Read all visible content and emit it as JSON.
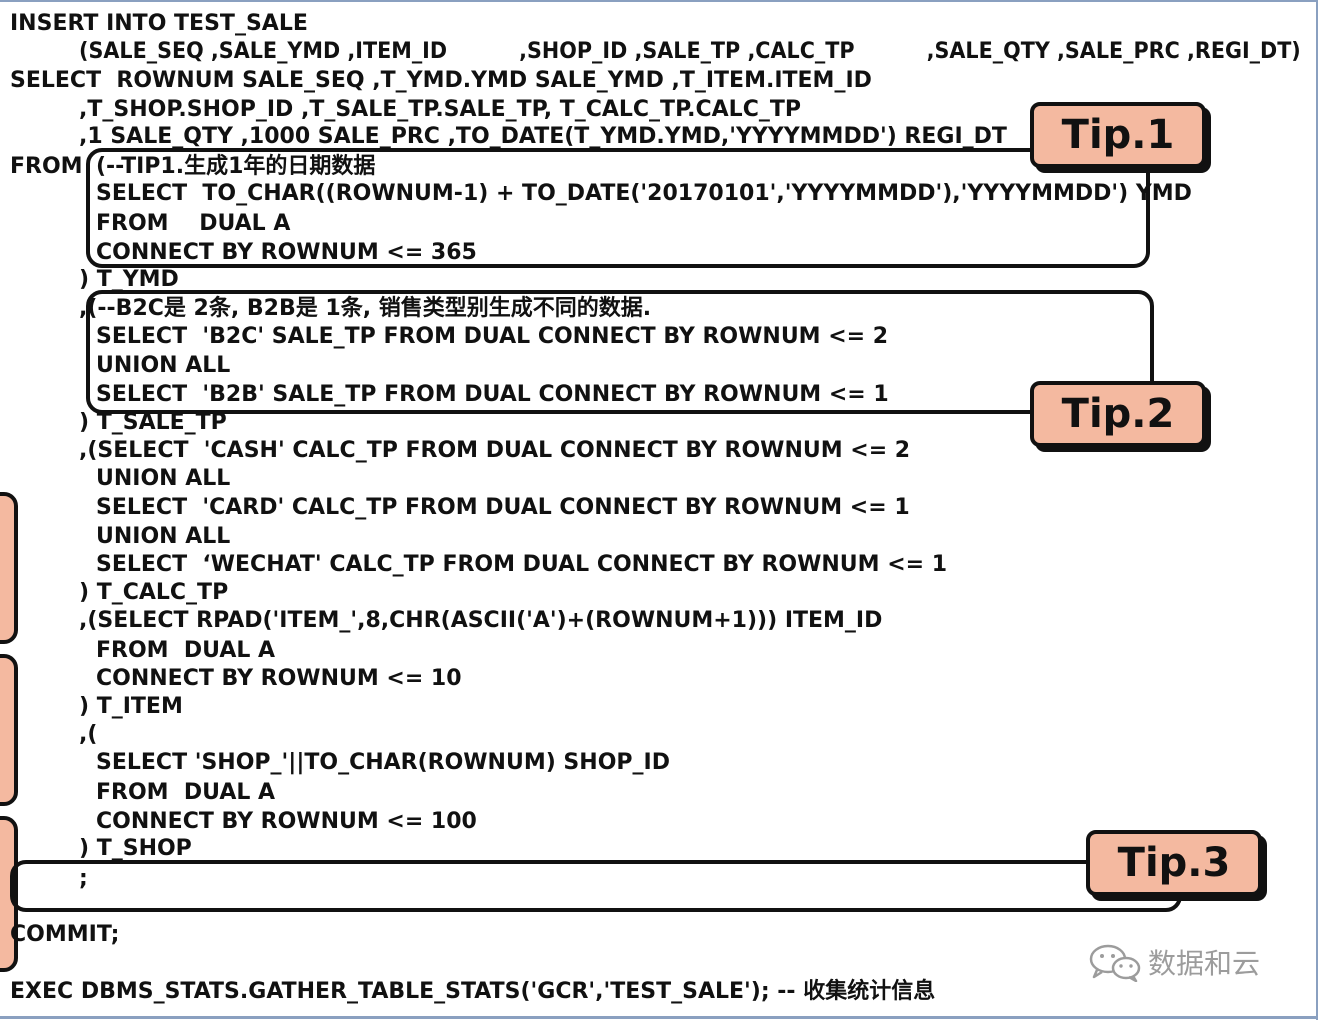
{
  "code_lines": [
    "INSERT INTO TEST_SALE",
    "(SALE_SEQ ,SALE_YMD ,ITEM_ID          ,SHOP_ID ,SALE_TP ,CALC_TP          ,SALE_QTY ,SALE_PRC ,REGI_DT)",
    "SELECT  ROWNUM SALE_SEQ ,T_YMD.YMD SALE_YMD ,T_ITEM.ITEM_ID",
    ",T_SHOP.SHOP_ID ,T_SALE_TP.SALE_TP, T_CALC_TP.CALC_TP",
    ",1 SALE_QTY ,1000 SALE_PRC ,TO_DATE(T_YMD.YMD,'YYYYMMDD') REGI_DT",
    "FROM",
    "(--TIP1.生成1年的日期数据",
    "SELECT  TO_CHAR((ROWNUM-1) + TO_DATE('20170101','YYYYMMDD'),'YYYYMMDD') YMD",
    "FROM    DUAL A",
    "CONNECT BY ROWNUM <= 365",
    ") T_YMD",
    ",(--B2C是 2条, B2B是 1条, 销售类型别生成不同的数据.",
    "SELECT  'B2C' SALE_TP FROM DUAL CONNECT BY ROWNUM <= 2",
    "UNION ALL",
    "SELECT  'B2B' SALE_TP FROM DUAL CONNECT BY ROWNUM <= 1",
    ") T_SALE_TP",
    ",(SELECT  'CASH' CALC_TP FROM DUAL CONNECT BY ROWNUM <= 2",
    "UNION ALL",
    "SELECT  'CARD' CALC_TP FROM DUAL CONNECT BY ROWNUM <= 1",
    "UNION ALL",
    "SELECT  ‘WECHAT' CALC_TP FROM DUAL CONNECT BY ROWNUM <= 1",
    ") T_CALC_TP",
    ",(SELECT RPAD('ITEM_',8,CHR(ASCII('A')+(ROWNUM+1))) ITEM_ID",
    "FROM  DUAL A",
    "CONNECT BY ROWNUM <= 10",
    ") T_ITEM",
    ",(",
    "SELECT 'SHOP_'||TO_CHAR(ROWNUM) SHOP_ID",
    "FROM  DUAL A",
    "CONNECT BY ROWNUM <= 100",
    ") T_SHOP",
    ";",
    "COMMIT;",
    "EXEC DBMS_STATS.GATHER_TABLE_STATS('GCR','TEST_SALE'); -- 收集统计信息"
  ],
  "tips": [
    "Tip.1",
    "Tip.2",
    "Tip.3"
  ],
  "watermark": {
    "icon": "wechat-icon",
    "text": "数据和云"
  },
  "colors": {
    "tip_fill": "#f4b9a0",
    "outline": "#111111",
    "frame": "#8aa0c0"
  }
}
